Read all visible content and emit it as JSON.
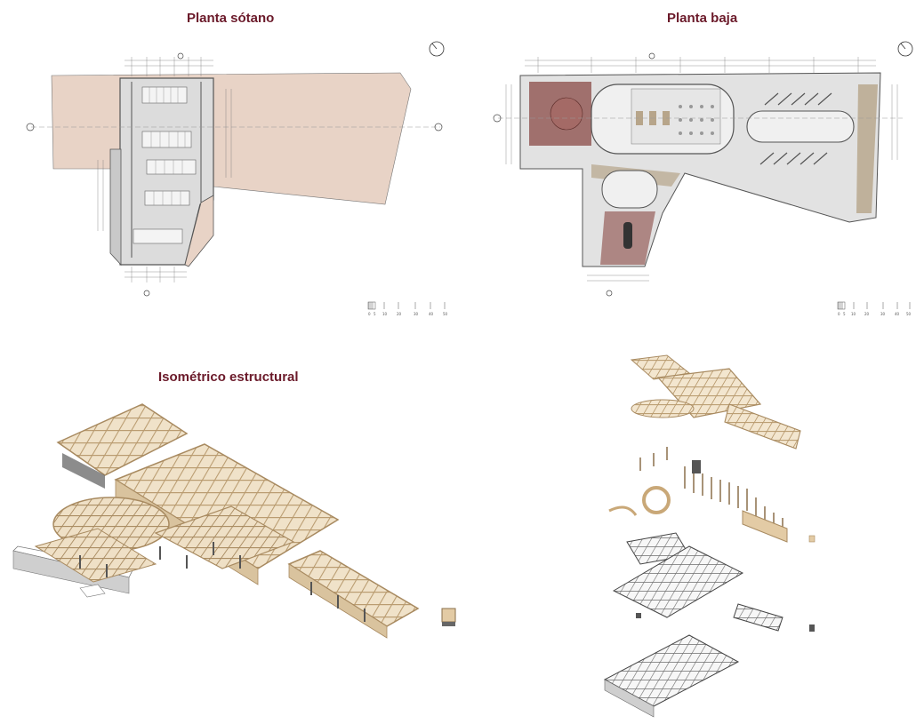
{
  "panels": {
    "basement": {
      "title": "Planta sótano",
      "scale_labels": [
        "0",
        "5",
        "10",
        "20",
        "30",
        "40",
        "50"
      ]
    },
    "ground": {
      "title": "Planta baja",
      "scale_labels": [
        "0",
        "5",
        "10",
        "20",
        "30",
        "40",
        "50"
      ]
    },
    "isometric": {
      "title": "Isométrico estructural"
    },
    "exploded": {
      "title": ""
    }
  },
  "colors": {
    "title": "#6b1a2a",
    "plot": "#e8d3c6",
    "wall": "#5a5a5a",
    "floor": "#dcdcdc",
    "timber": "#e3cba5",
    "timber_dark": "#b89a6e",
    "brick": "#8a4a45",
    "greenery": "#b7a58a",
    "steel": "#6d6d6d"
  }
}
